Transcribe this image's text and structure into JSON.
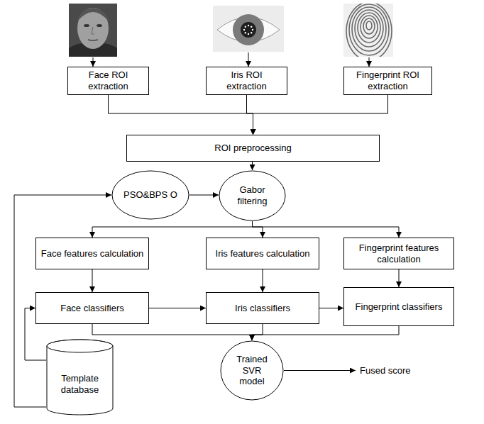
{
  "diagram": {
    "nodes": [
      {
        "text": [
          "Face ROI extraction"
        ]
      },
      {
        "text": [
          "Iris ROI extraction"
        ]
      },
      {
        "text": [
          "Fingerprint ROI extraction"
        ]
      },
      {
        "text": [
          "ROI preprocessing"
        ]
      },
      {
        "text": [
          "PSO&BPS O"
        ]
      },
      {
        "text": [
          "Gabor filtering"
        ]
      },
      {
        "text": [
          "Face features calculation"
        ]
      },
      {
        "text": [
          "Iris features calculation"
        ]
      },
      {
        "text": [
          "Fingerprint features calculation"
        ]
      },
      {
        "text": [
          "Face classifiers"
        ]
      },
      {
        "text": [
          "Iris classifiers"
        ]
      },
      {
        "text": [
          "Fingerprint classifiers"
        ]
      },
      {
        "text": [
          "Template database"
        ]
      },
      {
        "text": [
          "Trained SVR model"
        ]
      }
    ],
    "edges": [
      {
        "from": 0,
        "to": 3,
        "arrow": "to"
      },
      {
        "from": 1,
        "to": 3,
        "arrow": "to"
      },
      {
        "from": 2,
        "to": 3,
        "arrow": "to"
      },
      {
        "from": 3,
        "to": 5,
        "arrow": "to"
      },
      {
        "from": 4,
        "to": 5,
        "arrow": "to"
      },
      {
        "from": 5,
        "to": 6,
        "arrow": "to"
      },
      {
        "from": 5,
        "to": 7,
        "arrow": "to"
      },
      {
        "from": 5,
        "to": 8,
        "arrow": "to"
      },
      {
        "from": 6,
        "to": 9,
        "arrow": "to"
      },
      {
        "from": 7,
        "to": 10,
        "arrow": "to"
      },
      {
        "from": 8,
        "to": 11,
        "arrow": "to"
      },
      {
        "from": 9,
        "to": 10,
        "arrow": "to"
      },
      {
        "from": 10,
        "to": 11,
        "arrow": "to"
      },
      {
        "from": 9,
        "to": 13,
        "arrow": "to"
      },
      {
        "from": 10,
        "to": 13,
        "arrow": "to"
      },
      {
        "from": 11,
        "to": 13,
        "arrow": "to"
      },
      {
        "from": 12,
        "to": 4,
        "arrow": "to"
      },
      {
        "from": 12,
        "to": 9,
        "arrow": "to"
      }
    ],
    "labels": [
      "Fused score"
    ]
  }
}
